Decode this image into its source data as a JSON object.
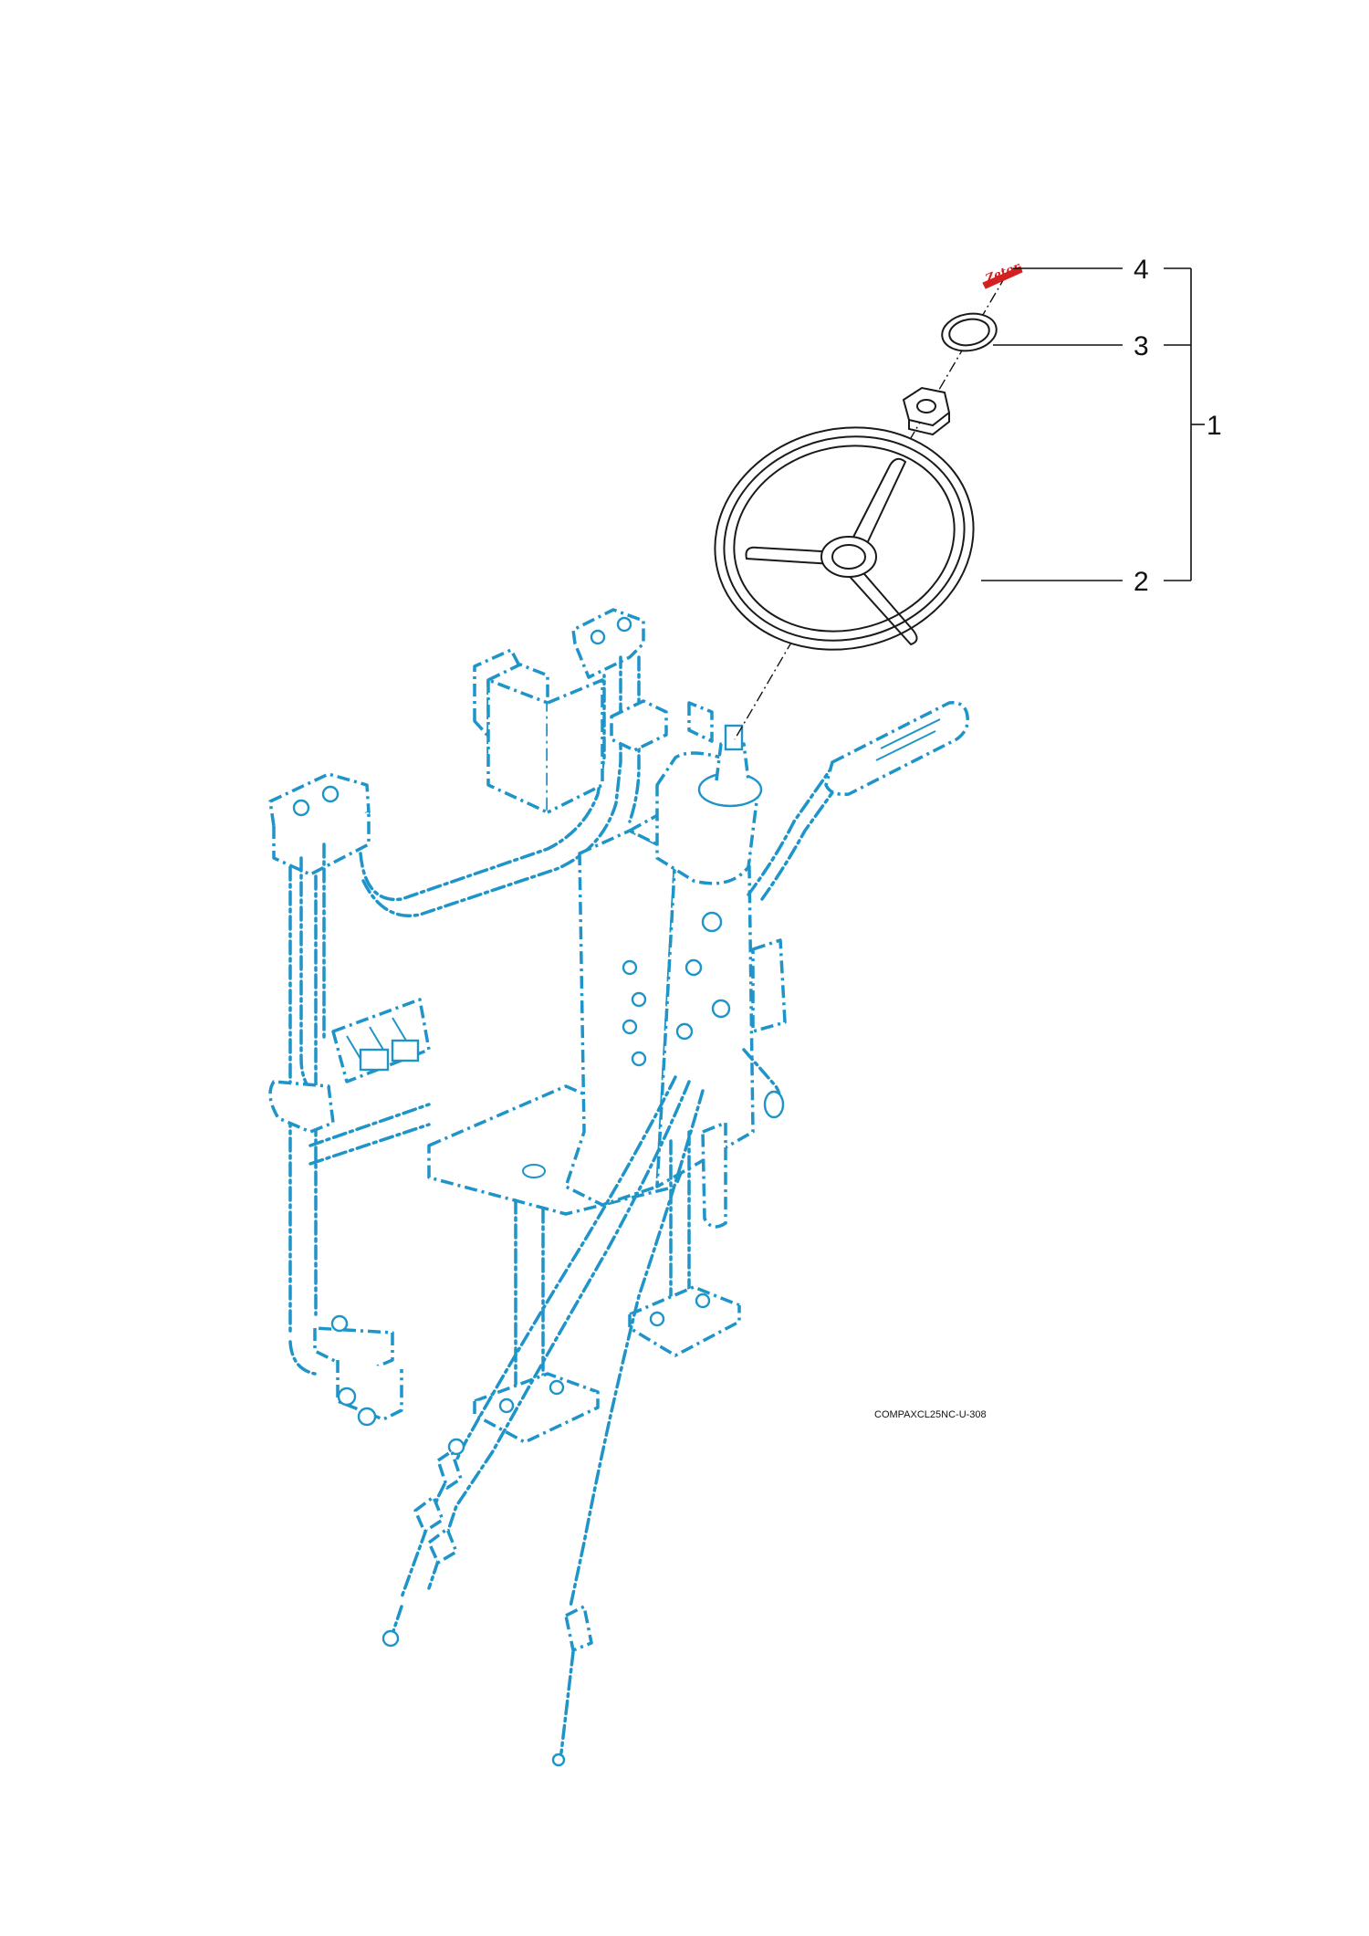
{
  "callouts": [
    {
      "number": "4"
    },
    {
      "number": "3"
    },
    {
      "number": "1"
    },
    {
      "number": "2"
    }
  ],
  "drawing_code": "COMPAXCL25NC-U-308",
  "logo_text": "Zetor",
  "colors": {
    "context_parts": "#1e94c8",
    "highlighted_parts": "#1a1a1a",
    "logo": "#d42020"
  }
}
